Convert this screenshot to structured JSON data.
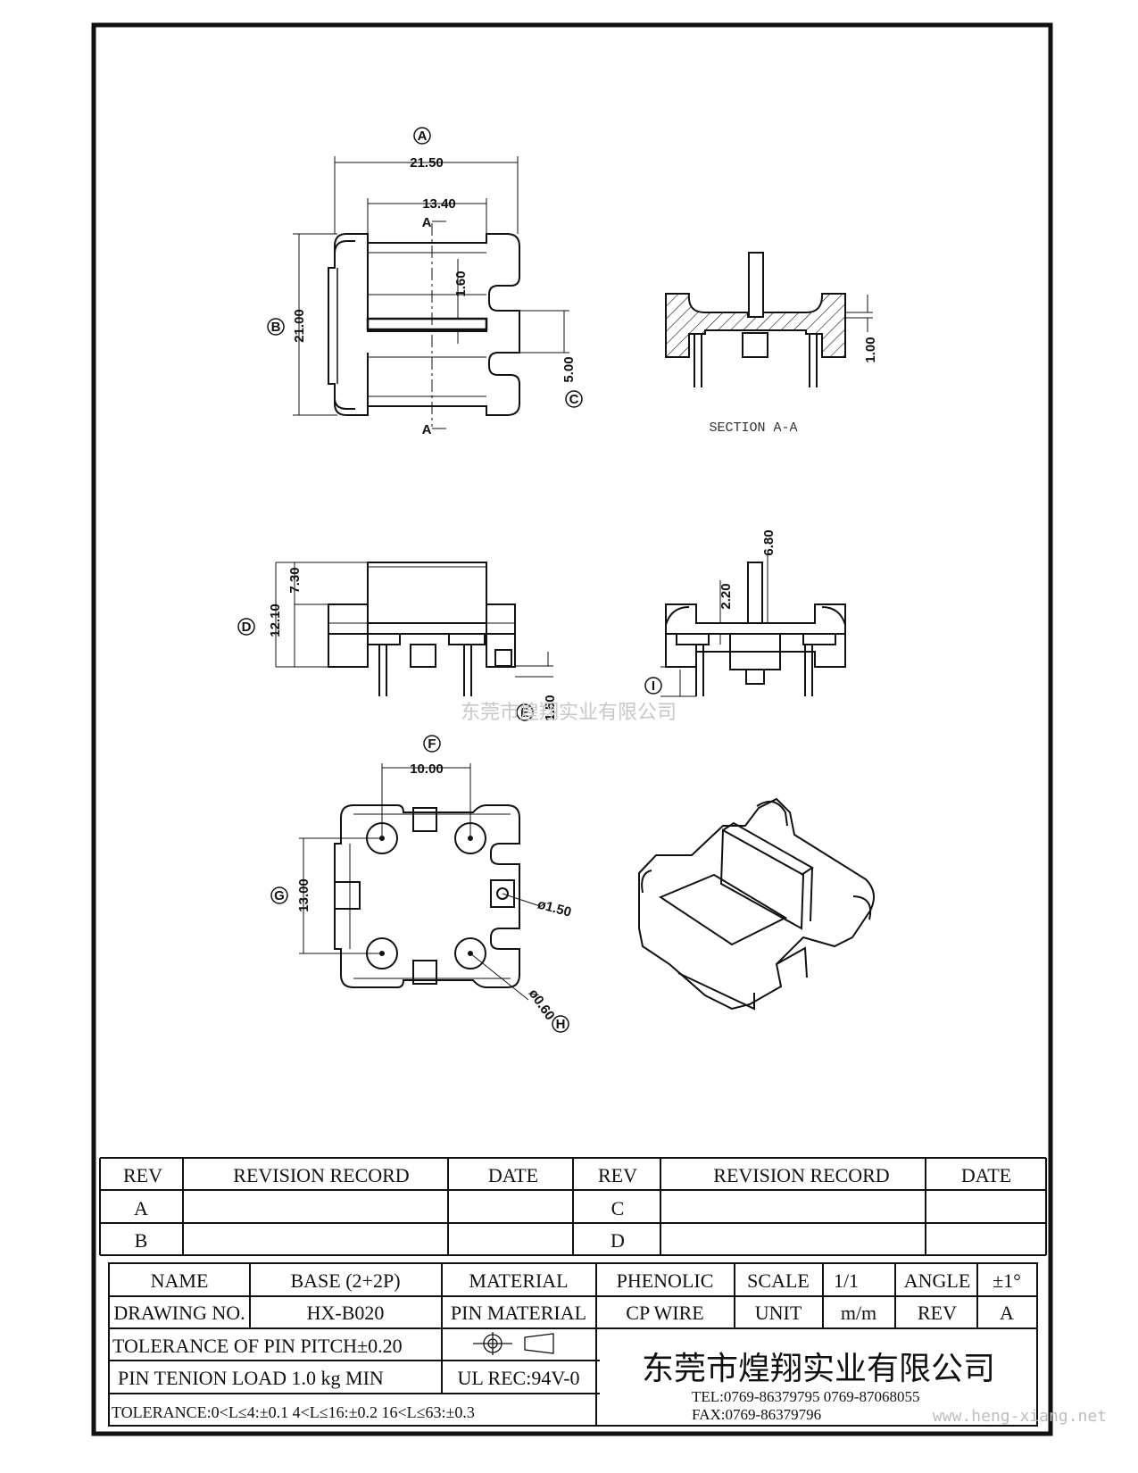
{
  "drawing": {
    "top_view": {
      "marker_a": "A",
      "marker_b": "B",
      "marker_c": "C",
      "dim_width": "21.50",
      "dim_inner": "13.40",
      "dim_height": "21.00",
      "dim_slot": "1.60",
      "dim_gap": "5.00",
      "section_top": "A",
      "section_bottom": "A"
    },
    "section_view": {
      "title": "SECTION A-A",
      "dim_wall": "1.00"
    },
    "side_view": {
      "marker_d": "D",
      "marker_e": "E",
      "dim_total": "12.10",
      "dim_upper": "7.30",
      "dim_pin": "1.50"
    },
    "end_view": {
      "marker_i": "I",
      "dim_fin": "6.80",
      "dim_step": "2.20"
    },
    "bottom_view": {
      "marker_f": "F",
      "marker_g": "G",
      "marker_h": "H",
      "dim_pitch_x": "10.00",
      "dim_pitch_y": "13.00",
      "dim_hole": "ø1.50",
      "dim_pin_dia": "ø0.60"
    }
  },
  "watermark_center": "东莞市煌翔实业有限公司",
  "revision_table": {
    "headers": [
      "REV",
      "REVISION RECORD",
      "DATE",
      "REV",
      "REVISION RECORD",
      "DATE"
    ],
    "rows": [
      [
        "A",
        "",
        "",
        "C",
        "",
        ""
      ],
      [
        "B",
        "",
        "",
        "D",
        "",
        ""
      ]
    ]
  },
  "title_block": {
    "name_label": "NAME",
    "name_value": "BASE (2+2P)",
    "material_label": "MATERIAL",
    "material_value": "PHENOLIC",
    "scale_label": "SCALE",
    "scale_value": "1/1",
    "angle_label": "ANGLE",
    "angle_value": "±1°",
    "drawing_no_label": "DRAWING NO.",
    "drawing_no_value": "HX-B020",
    "pin_material_label": "PIN MATERIAL",
    "pin_material_value": "CP WIRE",
    "unit_label": "UNIT",
    "unit_value": "m/m",
    "rev_label": "REV",
    "rev_value": "A",
    "tolerance_pitch": "TOLERANCE OF PIN PITCH±0.20",
    "pin_tension": "PIN TENION LOAD  1.0 kg MIN",
    "ul_rec": "UL REC:94V-0",
    "tolerance_line": "TOLERANCE:0<L≤4:±0.1  4<L≤16:±0.2  16<L≤63:±0.3",
    "company": "东莞市煌翔实业有限公司",
    "tel": "TEL:0769-86379795   0769-87068055",
    "fax": "FAX:0769-86379796",
    "website": "www.heng-xiang.net"
  }
}
